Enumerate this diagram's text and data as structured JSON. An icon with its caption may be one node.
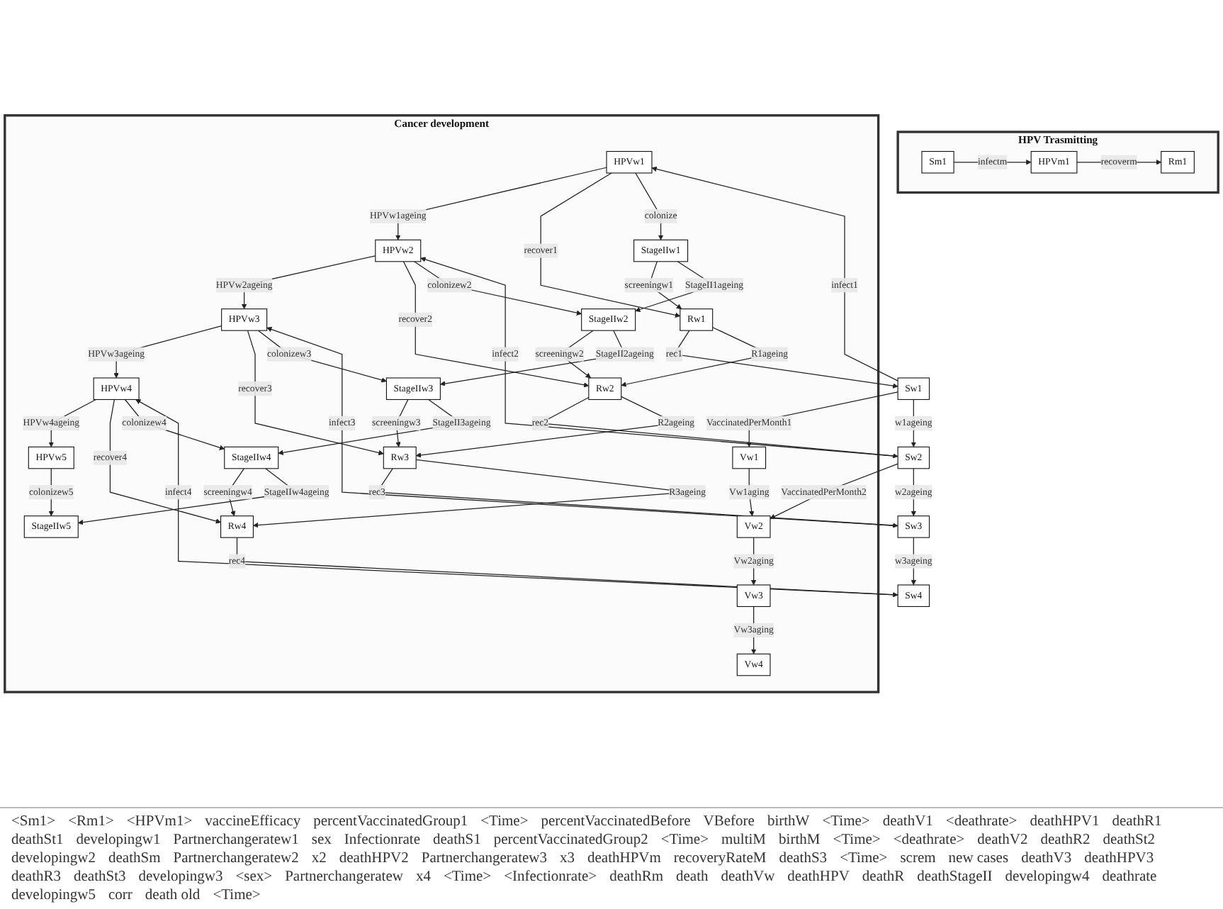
{
  "diagram": {
    "nodes": [
      {
        "text": [
          "HPV Trasmitting"
        ]
      },
      {
        "text": [
          "Cancer development"
        ]
      },
      {
        "text": [
          "Sw1"
        ]
      },
      {
        "text": [
          "Sw2"
        ]
      },
      {
        "text": [
          "Sw3"
        ]
      },
      {
        "text": [
          "Sw4"
        ]
      },
      {
        "text": [
          "Sm1"
        ],
        "in": 0
      },
      {
        "text": [
          "HPVm1"
        ],
        "in": 0
      },
      {
        "text": [
          "Rm1"
        ],
        "in": 0
      },
      {
        "text": [
          "Vw1"
        ],
        "in": 1
      },
      {
        "text": [
          "Vw2"
        ],
        "in": 1
      },
      {
        "text": [
          "Vw3"
        ],
        "in": 1
      },
      {
        "text": [
          "Vw4"
        ],
        "in": 1
      },
      {
        "text": [
          "HPVw1"
        ],
        "in": 1
      },
      {
        "text": [
          "HPVw2"
        ],
        "in": 1
      },
      {
        "text": [
          "HPVw3"
        ],
        "in": 1
      },
      {
        "text": [
          "HPVw4"
        ],
        "in": 1
      },
      {
        "text": [
          "HPVw5"
        ],
        "in": 1
      },
      {
        "text": [
          "Rw1"
        ],
        "in": 1
      },
      {
        "text": [
          "Rw2"
        ],
        "in": 1
      },
      {
        "text": [
          "Rw3"
        ],
        "in": 1
      },
      {
        "text": [
          "Rw4"
        ],
        "in": 1
      },
      {
        "text": [
          "StageIIw1"
        ],
        "in": 1
      },
      {
        "text": [
          "StageIIw2"
        ],
        "in": 1
      },
      {
        "text": [
          "StageIIw3"
        ],
        "in": 1
      },
      {
        "text": [
          "StageIIw4"
        ],
        "in": 1
      },
      {
        "text": [
          "StageIIw5"
        ],
        "in": 1
      }
    ],
    "edges": [
      {
        "from": 2,
        "to": 3,
        "arrow": "to",
        "label": "w1ageing"
      },
      {
        "from": 3,
        "to": 4,
        "arrow": "to",
        "label": "w2ageing"
      },
      {
        "from": 4,
        "to": 5,
        "arrow": "to",
        "label": "w3ageing"
      },
      {
        "from": 2,
        "to": 9,
        "arrow": "to",
        "label": "VaccinatedPerMonth1"
      },
      {
        "from": 3,
        "to": 10,
        "arrow": "to",
        "label": "VaccinatedPerMonth2"
      },
      {
        "from": 9,
        "to": 10,
        "arrow": "to",
        "label": "Vw1aging"
      },
      {
        "from": 10,
        "to": 11,
        "arrow": "to",
        "label": "Vw2aging"
      },
      {
        "from": 11,
        "to": 12,
        "arrow": "to",
        "label": "Vw3aging"
      },
      {
        "from": 2,
        "to": 13,
        "arrow": "to",
        "label": "infect1"
      },
      {
        "from": 3,
        "to": 14,
        "arrow": "to",
        "label": "infect2"
      },
      {
        "from": 4,
        "to": 15,
        "arrow": "to",
        "label": "infect3"
      },
      {
        "from": 5,
        "to": 16,
        "arrow": "to",
        "label": "infect4"
      },
      {
        "from": 13,
        "to": 14,
        "arrow": "to",
        "label": "HPVw1ageing"
      },
      {
        "from": 14,
        "to": 15,
        "arrow": "to",
        "label": "HPVw2ageing"
      },
      {
        "from": 15,
        "to": 16,
        "arrow": "to",
        "label": "HPVw3ageing"
      },
      {
        "from": 16,
        "to": 17,
        "arrow": "to",
        "label": "HPVw4ageing"
      },
      {
        "from": 13,
        "to": 18,
        "arrow": "to",
        "label": "recover1"
      },
      {
        "from": 14,
        "to": 19,
        "arrow": "to",
        "label": "recover2"
      },
      {
        "from": 15,
        "to": 20,
        "arrow": "to",
        "label": "recover3"
      },
      {
        "from": 16,
        "to": 21,
        "arrow": "to",
        "label": "recover4"
      },
      {
        "from": 18,
        "to": 2,
        "arrow": "to",
        "label": "rec1"
      },
      {
        "from": 19,
        "to": 3,
        "arrow": "to",
        "label": "rec2"
      },
      {
        "from": 20,
        "to": 4,
        "arrow": "to",
        "label": "rec3"
      },
      {
        "from": 21,
        "to": 5,
        "arrow": "to",
        "label": "rec4"
      },
      {
        "from": 18,
        "to": 19,
        "arrow": "to",
        "label": "R1ageing"
      },
      {
        "from": 19,
        "to": 20,
        "arrow": "to",
        "label": "R2ageing"
      },
      {
        "from": 20,
        "to": 21,
        "arrow": "to",
        "label": "R3ageing"
      },
      {
        "from": 13,
        "to": 22,
        "arrow": "to",
        "label": "colonize"
      },
      {
        "from": 14,
        "to": 23,
        "arrow": "to",
        "label": "colonizew2"
      },
      {
        "from": 15,
        "to": 24,
        "arrow": "to",
        "label": "colonizew3"
      },
      {
        "from": 16,
        "to": 25,
        "arrow": "to",
        "label": "colonizew4"
      },
      {
        "from": 17,
        "to": 26,
        "arrow": "to",
        "label": "colonizew5"
      },
      {
        "from": 22,
        "to": 18,
        "arrow": "to",
        "label": "screeningw1"
      },
      {
        "from": 23,
        "to": 19,
        "arrow": "to",
        "label": "screeningw2"
      },
      {
        "from": 24,
        "to": 20,
        "arrow": "to",
        "label": "screeningw3"
      },
      {
        "from": 25,
        "to": 21,
        "arrow": "to",
        "label": "screeningw4"
      },
      {
        "from": 22,
        "to": 23,
        "arrow": "to",
        "label": "StageII1ageing"
      },
      {
        "from": 23,
        "to": 24,
        "arrow": "to",
        "label": "StageII2ageing"
      },
      {
        "from": 24,
        "to": 25,
        "arrow": "to",
        "label": "StageII3ageing"
      },
      {
        "from": 25,
        "to": 26,
        "arrow": "to",
        "label": "StageIIw4ageing"
      },
      {
        "from": 6,
        "to": 7,
        "arrow": "to",
        "label": "infectm"
      },
      {
        "from": 7,
        "to": 8,
        "arrow": "to",
        "label": "recoverm"
      }
    ],
    "labels": [
      "<Sm1>",
      "<Rm1>",
      "<HPVm1>",
      "vaccineEfficacy",
      "percentVaccinatedGroup1",
      "<Time>",
      "percentVaccinatedBefore",
      "VBefore",
      "birthW",
      "<Time>",
      "deathV1",
      "<deathrate>",
      "deathHPV1",
      "deathR1",
      "deathSt1",
      "developingw1",
      "Partnerchangeratew1",
      "sex",
      "Infectionrate",
      "deathS1",
      "percentVaccinatedGroup2",
      "<Time>",
      "multiM",
      "birthM",
      "<Time>",
      "<deathrate>",
      "deathV2",
      "deathR2",
      "deathSt2",
      "developingw2",
      "deathSm",
      "Partnerchangeratew2",
      "x2",
      "deathHPV2",
      "Partnerchangeratew3",
      "x3",
      "deathHPVm",
      "recoveryRateM",
      "deathS3",
      "<Time>",
      "screm",
      "new cases",
      "deathV3",
      "deathHPV3",
      "deathR3",
      "deathSt3",
      "developingw3",
      "<sex>",
      "Partnerchangeratew",
      "x4",
      "<Time>",
      "<Infectionrate>",
      "deathRm",
      "death",
      "deathVw",
      "deathHPV",
      "deathR",
      "deathStageII",
      "developingw4",
      "deathrate",
      "developingw5",
      "corr",
      "death old",
      "<Time>"
    ]
  }
}
